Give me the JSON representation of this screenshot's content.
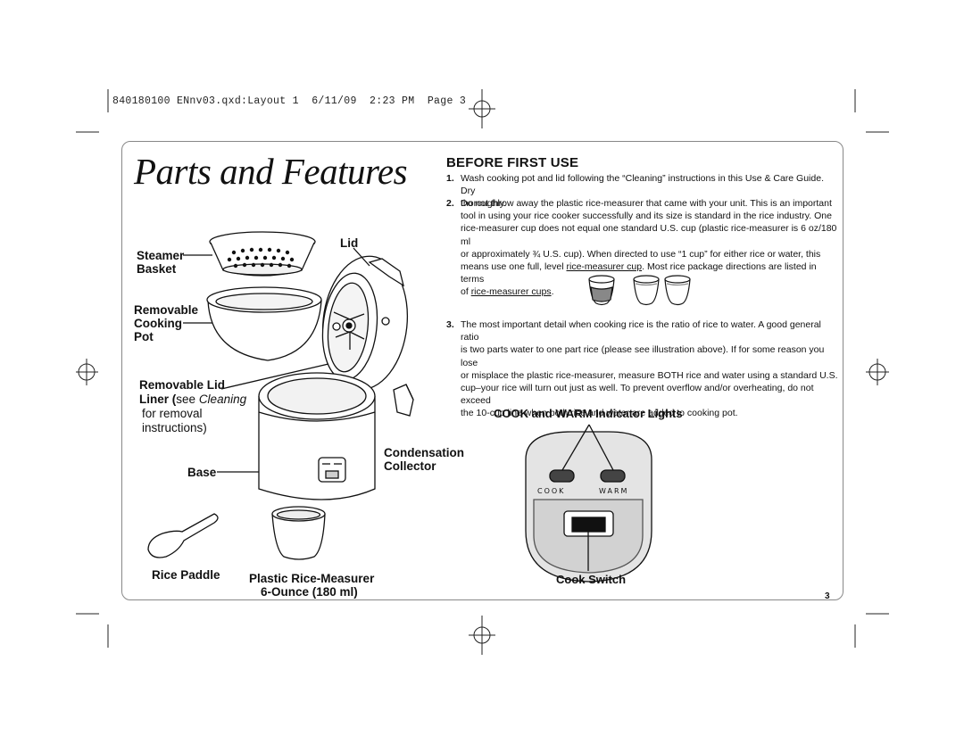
{
  "slug_line": "840180100 ENnv03.qxd:Layout 1  6/11/09  2:23 PM  Page 3",
  "title": "Parts and Features",
  "labels": {
    "steamer": "Steamer",
    "basket": "Basket",
    "lid": "Lid",
    "removable": "Removable",
    "cooking": "Cooking",
    "pot": "Pot",
    "removable_lid": "Removable Lid",
    "liner": "Liner",
    "liner_see": "see",
    "liner_cleaning": "Cleaning",
    "for_removal": "for removal",
    "instructions": "instructions)",
    "condensation": "Condensation",
    "collector": "Collector",
    "base": "Base",
    "rice_paddle": "Rice Paddle",
    "plastic_measurer": "Plastic Rice-Measurer",
    "measurer_size": "6-Ounce (180 ml)"
  },
  "before_first_use": {
    "heading": "BEFORE FIRST USE",
    "item1": {
      "num": "1.",
      "line1": "Wash cooking pot and lid following the “Cleaning” instructions in this Use & Care Guide. Dry",
      "line2": "thoroughly."
    },
    "item2": {
      "num": "2.",
      "line1": "Do not throw away the plastic rice-measurer that came with your unit. This is an important",
      "line2": "tool in using your rice cooker successfully and its size is standard in the rice industry. One",
      "line3": "rice-measurer cup does not equal one standard U.S. cup (plastic rice-measurer is 6 oz/180 ml",
      "line4": "or approximately ¾ U.S. cup). When directed to use “1 cup” for either rice or water, this",
      "line5_pre": "means use one full, level ",
      "line5_link": "rice-measurer cup",
      "line5_post": ". Most rice package directions are listed in terms",
      "line6_pre": "of ",
      "line6_link": "rice-measurer cups",
      "line6_post": "."
    },
    "item3": {
      "num": "3.",
      "line1": "The most important detail when cooking rice is the ratio of rice to water. A good general ratio",
      "line2": "is two parts water to one part rice (please see illustration above). If for some reason you lose",
      "line3": "or misplace the plastic rice-measurer, measure BOTH rice and water using a standard U.S.",
      "line4": "cup–your rice will turn out just as well. To prevent overflow and/or overheating, do not exceed",
      "line5": "the 10-cup line when both rice and water are added to cooking pot."
    }
  },
  "indicator": {
    "heading": "COOK and WARM Indicator Lights",
    "cook_text": "COOK",
    "warm_text": "WARM",
    "switch_label": "Cook Switch"
  },
  "page_number": "3",
  "colors": {
    "ink": "#111111",
    "frame": "#888888",
    "panel_fill": "#e4e4e4"
  }
}
